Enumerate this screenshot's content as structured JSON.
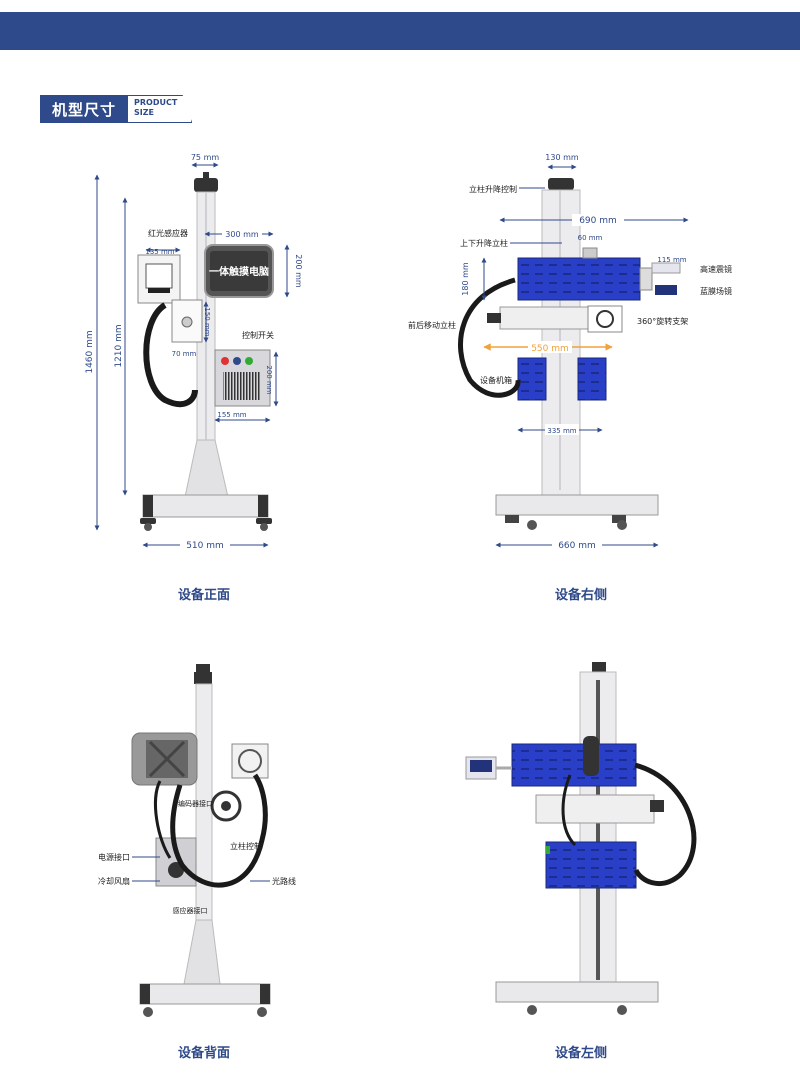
{
  "header": {
    "title_zh": "机型尺寸",
    "title_en_line1": "PRODUCT",
    "title_en_line2": "SIZE"
  },
  "colors": {
    "brand": "#2f4a8a",
    "laser_blue": "#2a3fc8",
    "frame": "#e8e8ea",
    "orange": "#f0a23c"
  },
  "views": {
    "front": {
      "caption": "设备正面",
      "screen_label": "一体触摸电脑",
      "dims": {
        "top_width": "75 mm",
        "screen_width": "300 mm",
        "screen_height": "200 mm",
        "sensor_width": "135 mm",
        "mount_height": "150 mm",
        "mount_width": "70 mm",
        "box_height": "200 mm",
        "box_width": "155 mm",
        "total_height": "1460 mm",
        "column_height": "1210 mm",
        "base_width": "510 mm"
      },
      "labels": {
        "sensor": "红光感应器",
        "switch": "控制开关"
      }
    },
    "right": {
      "caption": "设备右侧",
      "dims": {
        "top_width": "130 mm",
        "laser_length": "690 mm",
        "mount_width": "60 mm",
        "galvo_height": "115 mm",
        "laser_height": "180 mm",
        "arm_length": "550 mm",
        "cabinet_width": "335 mm",
        "base_width": "660 mm"
      },
      "labels": {
        "column_control": "立柱升降控制",
        "lift_column": "上下升降立柱",
        "galvo": "高速震镜",
        "field_lens": "蓝膜场镜",
        "slide_column": "前后移动立柱",
        "rotate": "360°旋转支架",
        "cabinet": "设备机箱"
      }
    },
    "back": {
      "caption": "设备背面",
      "labels": {
        "encoder": "编码器接口",
        "column_control": "立柱控制",
        "power": "电源接口",
        "fan": "冷却风扇",
        "optical": "光路线",
        "sensor_port": "感应器接口"
      }
    },
    "left": {
      "caption": "设备左侧"
    }
  }
}
